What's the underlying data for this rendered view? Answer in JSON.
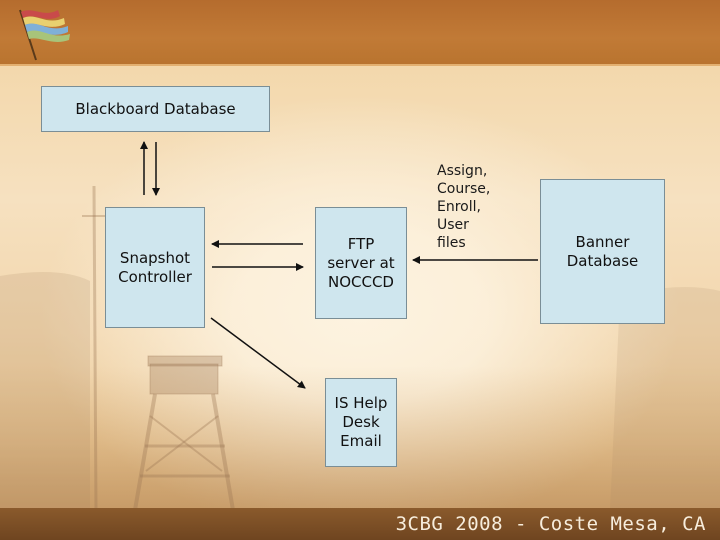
{
  "footer": {
    "text": "3CBG 2008 - Coste Mesa, CA"
  },
  "diagram": {
    "nodes": {
      "blackboard": "Blackboard Database",
      "snapshot": "Snapshot\nController",
      "ftp": "FTP\nserver at\nNOCCCD",
      "help": "IS Help\nDesk\nEmail",
      "banner": "Banner\nDatabase"
    },
    "files_label": "Assign,\nCourse,\nEnroll,\nUser\nfiles"
  },
  "colors": {
    "header": "#c17a36",
    "node_fill": "#cfe6ee",
    "footer": "#7a4d24"
  }
}
